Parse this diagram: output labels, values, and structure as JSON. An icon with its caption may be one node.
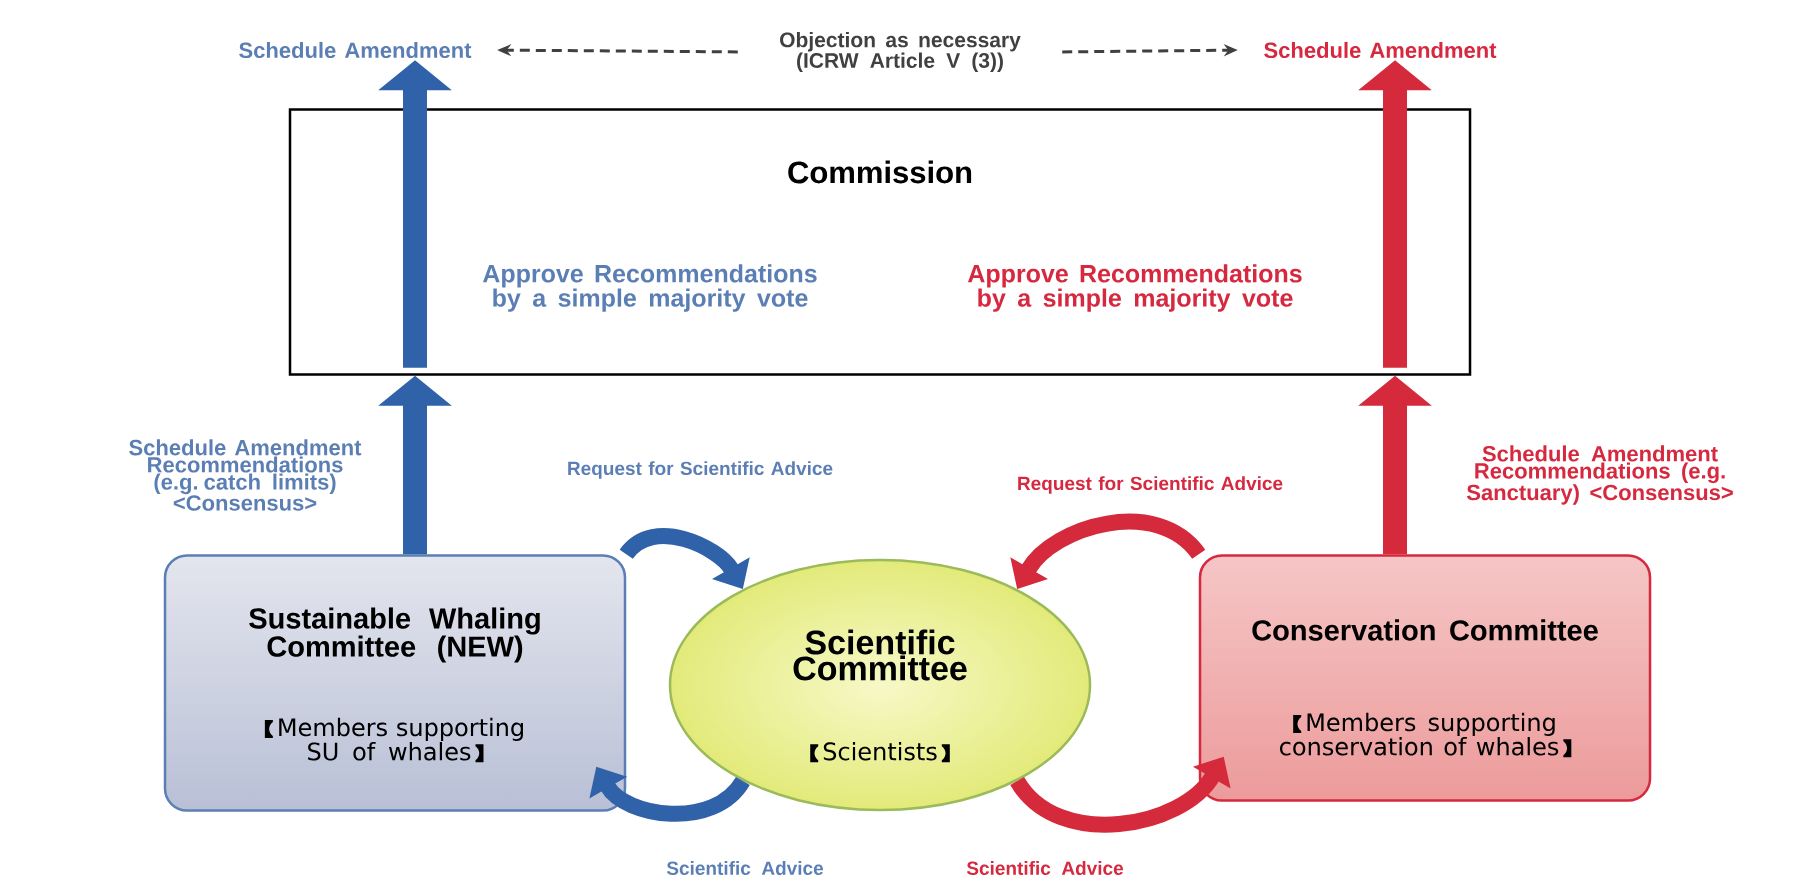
{
  "diagram": {
    "nodes": [
      {
        "text": [
          "Schedule Amendment"
        ]
      },
      {
        "text": [
          "Schedule Amendment"
        ]
      },
      {
        "text": [
          "Commission",
          "Approve Recommendations by a simple majority vote",
          "Approve Recommendations by a simple majority vote"
        ]
      },
      {
        "text": [
          "Sustainable Whaling Committee (NEW)",
          "Members supporting SU of whales"
        ]
      },
      {
        "text": [
          "Scientific Committee",
          "Scientists"
        ]
      },
      {
        "text": [
          "Conservation Committee",
          "Members supporting conservation of whales"
        ]
      },
      {
        "text": [
          "Objection as necessary (ICRW Article V (3))"
        ]
      }
    ],
    "edges": [
      {
        "from": 6,
        "to": 0,
        "arrow": "to",
        "style": "dashed",
        "color": "#404040"
      },
      {
        "from": 6,
        "to": 1,
        "arrow": "to",
        "style": "dashed",
        "color": "#404040"
      },
      {
        "from": 3,
        "to": 2,
        "arrow": "to",
        "color": "#2f62a8",
        "label": "Schedule Amendment Recommendations (e.g. catch limits) <Consensus>"
      },
      {
        "from": 2,
        "to": 0,
        "arrow": "to",
        "color": "#2f62a8"
      },
      {
        "from": 5,
        "to": 2,
        "arrow": "to",
        "color": "#d42a3c",
        "label": "Schedule Amendment Recommendations (e.g. Sanctuary) <Consensus>"
      },
      {
        "from": 2,
        "to": 1,
        "arrow": "to",
        "color": "#d42a3c"
      },
      {
        "from": 3,
        "to": 4,
        "arrow": "to",
        "color": "#2f62a8",
        "label": "Request for Scientific Advice"
      },
      {
        "from": 4,
        "to": 3,
        "arrow": "to",
        "color": "#2f62a8",
        "label": "Scientific Advice"
      },
      {
        "from": 5,
        "to": 4,
        "arrow": "to",
        "color": "#d42a3c",
        "label": "Request for Scientific Advice"
      },
      {
        "from": 4,
        "to": 5,
        "arrow": "to",
        "color": "#d42a3c",
        "label": "Scientific Advice"
      }
    ]
  }
}
